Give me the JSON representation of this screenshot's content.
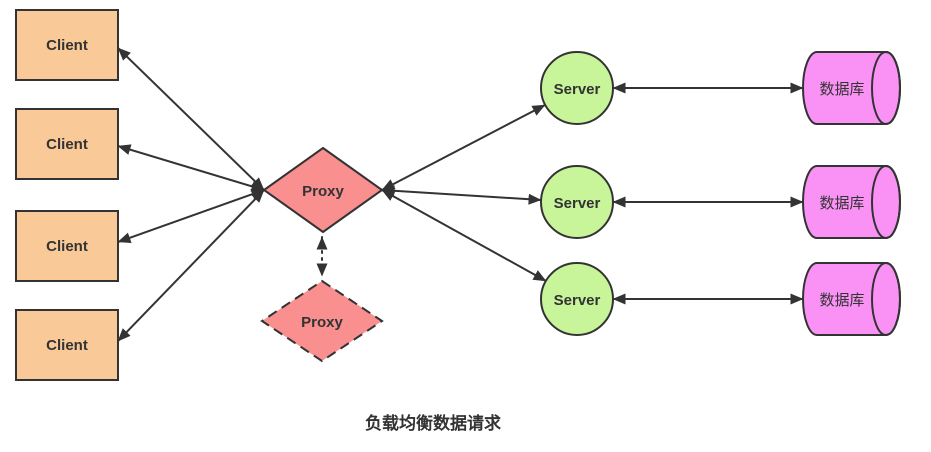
{
  "caption": "负载均衡数据请求",
  "colors": {
    "client_fill": "#F9C997",
    "proxy_fill": "#F98F8F",
    "server_fill": "#C8F59A",
    "database_fill": "#FA92F6",
    "line_stroke": "#333333",
    "text": "#333333"
  },
  "nodes": {
    "clients": [
      {
        "label": "Client"
      },
      {
        "label": "Client"
      },
      {
        "label": "Client"
      },
      {
        "label": "Client"
      }
    ],
    "proxy_main": {
      "label": "Proxy"
    },
    "proxy_backup": {
      "label": "Proxy"
    },
    "servers": [
      {
        "label": "Server"
      },
      {
        "label": "Server"
      },
      {
        "label": "Server"
      }
    ],
    "databases": [
      {
        "label": "数据库"
      },
      {
        "label": "数据库"
      },
      {
        "label": "数据库"
      }
    ]
  }
}
